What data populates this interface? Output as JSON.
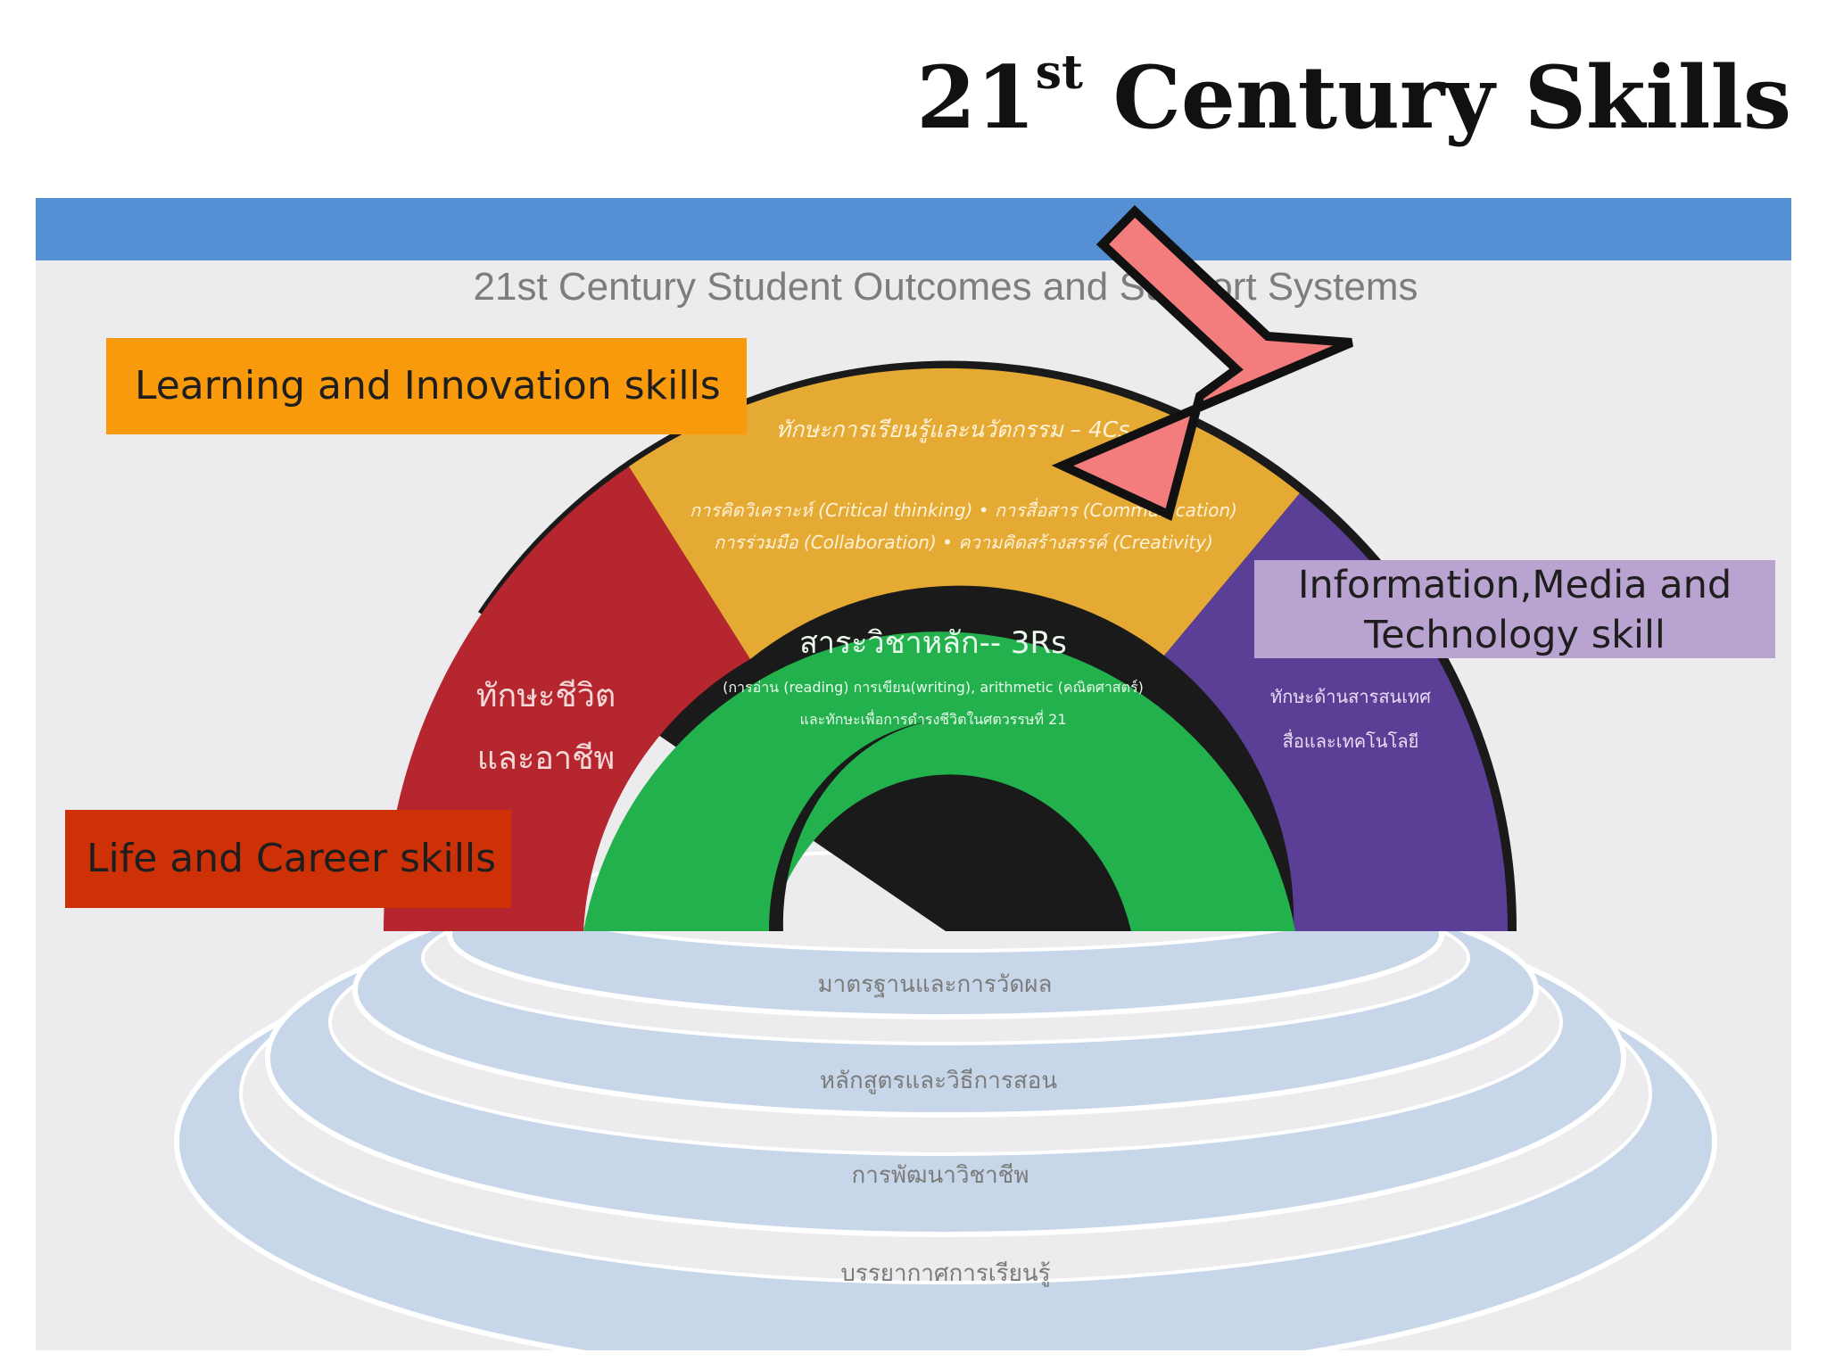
{
  "slide": {
    "title_main": "21",
    "title_sup": "st",
    "title_rest": " Century Skills"
  },
  "figure": {
    "heading": "21st Century Student Outcomes and Support Systems",
    "colors": {
      "topbar": "#5590d4",
      "background": "#ececee",
      "learning_segment": "#e5aa34",
      "life_segment": "#b5262f",
      "info_segment": "#5b3e95",
      "core_segment": "#22b14c",
      "rings": "#c7d6e8",
      "arrow_fill": "#f37d7d",
      "arrow_stroke": "#111111"
    },
    "learning_segment": {
      "title": "ทักษะการเรียนรู้และนวัตกรรม – 4Cs",
      "line1": "การคิดวิเคราะห์ (Critical thinking) • การสื่อสาร (Communication)",
      "line2": "การร่วมมือ (Collaboration) • ความคิดสร้างสรรค์ (Creativity)"
    },
    "life_segment": {
      "line1": "ทักษะชีวิต",
      "line2": "และอาชีพ"
    },
    "info_segment": {
      "line1": "ทักษะด้านสารสนเทศ",
      "line2": "สื่อและเทคโนโลยี"
    },
    "core_segment": {
      "title": "สาระวิชาหลัก-- 3Rs",
      "line1": "(การอ่าน (reading) การเขียน(writing), arithmetic (คณิตศาสตร์)",
      "line2": "และทักษะเพื่อการดำรงชีวิตในศตวรรษที่ 21"
    },
    "rings": [
      "มาตรฐานและการวัดผล",
      "หลักสูตรและวิธีการสอน",
      "การพัฒนาวิชาชีพ",
      "บรรยากาศการเรียนรู้"
    ]
  },
  "callouts": {
    "learning": "Learning and Innovation skills",
    "life": "Life and Career  skills",
    "info_line1": "Information,Media  and",
    "info_line2": "Technology skill",
    "learning_color": "#f89a0c",
    "life_color": "#cf3106",
    "info_color": "#b9a3d1"
  }
}
